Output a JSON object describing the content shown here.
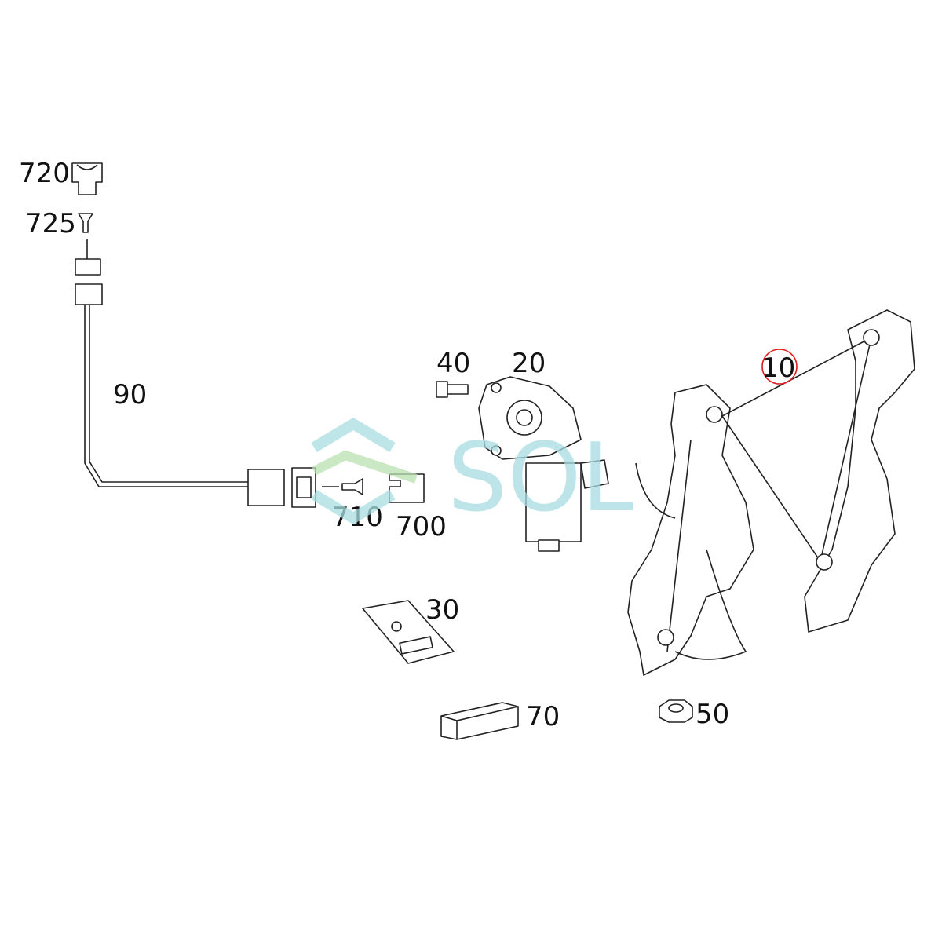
{
  "diagram": {
    "labels": {
      "p720": "720",
      "p725": "725",
      "p90": "90",
      "p40": "40",
      "p20": "20",
      "p10": "10",
      "p710": "710",
      "p700": "700",
      "p30": "30",
      "p70": "70",
      "p50": "50"
    },
    "highlighted_part": "10",
    "highlight_color": "#e02020",
    "watermark": "SOL",
    "watermark_color": "#a8dde2"
  }
}
